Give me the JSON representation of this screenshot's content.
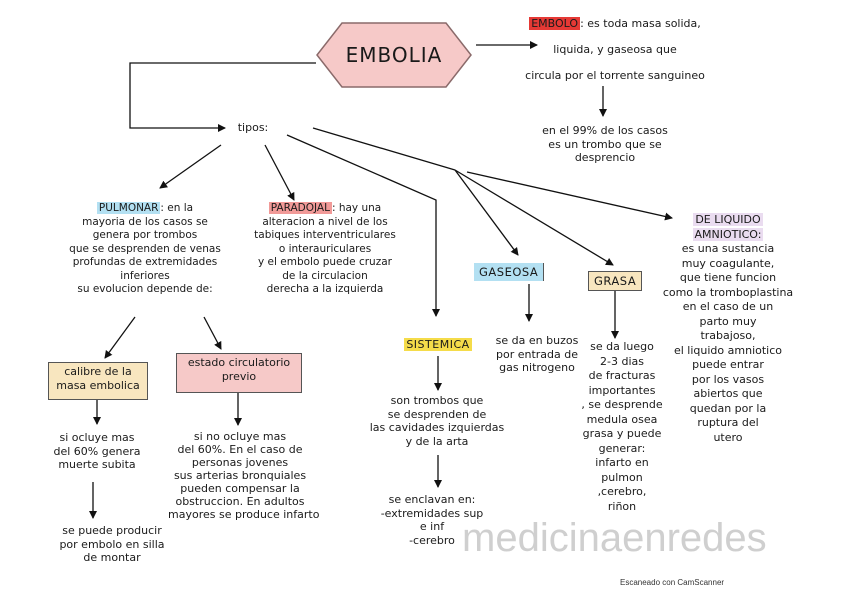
{
  "title": "EMBOLIA",
  "definition": {
    "term": "EMBOLO",
    "lines": [
      ": es toda masa solida,",
      "liquida, y gaseosa que",
      "circula por el torrente sanguineo"
    ],
    "note": [
      "en el 99% de los casos",
      "es un trombo que se",
      "desprencio"
    ]
  },
  "tipos_label": "tipos:",
  "types": {
    "pulmonar": {
      "term": "PULMONAR",
      "first_line_rest": ": en la",
      "lines": [
        "mayoria de los casos se",
        "genera por trombos",
        "que se desprenden de venas",
        "profundas de extremidades",
        "inferiores",
        "su evolucion depende de:"
      ],
      "factors": [
        {
          "box": [
            "calibre de la",
            "masa embolica"
          ],
          "result": [
            "si ocluye mas",
            "del 60% genera",
            "muerte subita"
          ],
          "followup": [
            "se puede producir",
            "por embolo en silla",
            "de montar"
          ]
        },
        {
          "box": [
            "estado circulatorio",
            "previo"
          ],
          "result": [
            "si no ocluye mas",
            "del 60%. En el caso de",
            "personas jovenes",
            "sus arterias bronquiales",
            "pueden compensar la",
            "obstruccion. En adultos",
            "mayores se produce infarto"
          ]
        }
      ]
    },
    "paradojal": {
      "term": "PARADOJAL",
      "first_line_rest": ": hay una",
      "lines": [
        "alteracion a nivel de los",
        "tabiques interventriculares",
        "o interauriculares",
        "y el embolo puede cruzar",
        "de la circulacion",
        "derecha a la izquierda"
      ]
    },
    "sistemica": {
      "term": "SISTEMICA",
      "lines": [
        "son trombos que",
        "se desprenden de",
        "las cavidades izquierdas",
        "y de la arta"
      ],
      "followup": [
        "se enclavan en:",
        "-extremidades sup",
        "e inf",
        "-cerebro"
      ]
    },
    "gaseosa": {
      "term": "GASEOSA",
      "lines": [
        "se da en buzos",
        "por entrada de",
        "gas nitrogeno"
      ]
    },
    "grasa": {
      "term": "GRASA",
      "lines": [
        "se da luego",
        "2-3 dias",
        "de fracturas",
        "importantes",
        ", se desprende",
        "medula osea",
        "grasa y puede",
        "generar:",
        "infarto en",
        "pulmon",
        ",cerebro,",
        "riñon"
      ]
    },
    "liquido_amniotico": {
      "term_lines": [
        "DE LIQUIDO",
        "AMNIOTICO:"
      ],
      "lines": [
        "es una sustancia",
        "muy coagulante,",
        "que tiene funcion",
        "como la tromboplastina",
        "en el caso de un",
        "parto muy",
        "trabajoso,",
        "el liquido amniotico",
        "puede entrar",
        "por los vasos",
        "abiertos que",
        "quedan por la",
        "ruptura del",
        "utero"
      ]
    }
  },
  "watermark": "medicinaenredes",
  "scanner_note": "Escaneado con CamScanner",
  "colors": {
    "hexagon_fill": "#f6c9c8",
    "embolo_highlight": "#e53935",
    "pulmonar_highlight": "#b3e0f2",
    "paradojal_highlight": "#f19a98",
    "sistemica_highlight": "#f5dc4a",
    "gaseosa_tag": "#b3e0f2",
    "grasa_tag": "#f8e6bf",
    "amniotico_highlight": "#eadcf0"
  }
}
